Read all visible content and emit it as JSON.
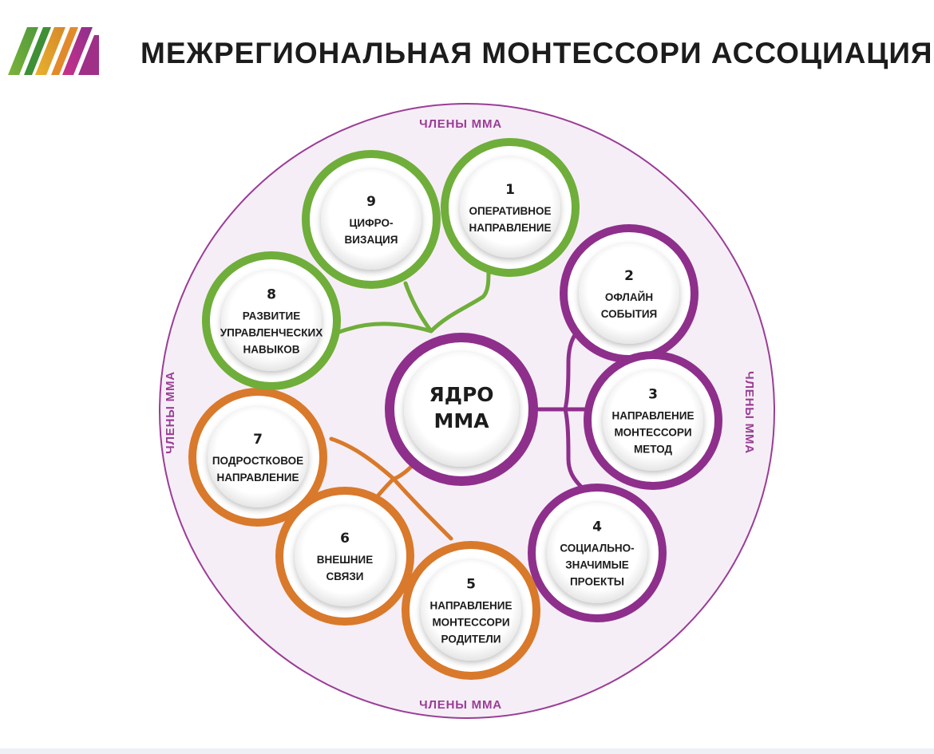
{
  "header": {
    "title": "МЕЖРЕГИОНАЛЬНАЯ  МОНТЕССОРИ  АССОЦИАЦИЯ",
    "logo_icon": "mma-logo"
  },
  "diagram": {
    "members_labels": {
      "top": "ЧЛЕНЫ ММА",
      "bottom": "ЧЛЕНЫ ММА",
      "left": "ЧЛЕНЫ ММА",
      "right": "ЧЛЕНЫ ММА"
    },
    "core": {
      "line1": "ЯДРО",
      "line2": "ММА",
      "color": "#8e2f8c"
    },
    "colors": {
      "green": "#6fae3a",
      "purple": "#8e2f8c",
      "orange": "#d9792b",
      "outer_fill": "#f6eef6",
      "outer_stroke": "#9a3d96"
    },
    "nodes": [
      {
        "number": "1",
        "lines": [
          "ОПЕРАТИВНОЕ",
          "НАПРАВЛЕНИЕ"
        ],
        "group": "green"
      },
      {
        "number": "2",
        "lines": [
          "ОФЛАЙН",
          "СОБЫТИЯ"
        ],
        "group": "purple"
      },
      {
        "number": "3",
        "lines": [
          "НАПРАВЛЕНИЕ",
          "МОНТЕССОРИ",
          "МЕТОД"
        ],
        "group": "purple"
      },
      {
        "number": "4",
        "lines": [
          "СОЦИАЛЬНО-",
          "ЗНАЧИМЫЕ",
          "ПРОЕКТЫ"
        ],
        "group": "purple"
      },
      {
        "number": "5",
        "lines": [
          "НАПРАВЛЕНИЕ",
          "МОНТЕССОРИ",
          "РОДИТЕЛИ"
        ],
        "group": "orange"
      },
      {
        "number": "6",
        "lines": [
          "ВНЕШНИЕ",
          "СВЯЗИ"
        ],
        "group": "orange"
      },
      {
        "number": "7",
        "lines": [
          "ПОДРОСТКОВОЕ",
          "НАПРАВЛЕНИЕ"
        ],
        "group": "orange"
      },
      {
        "number": "8",
        "lines": [
          "РАЗВИТИЕ",
          "УПРАВЛЕНЧЕСКИХ",
          "НАВЫКОВ"
        ],
        "group": "green"
      },
      {
        "number": "9",
        "lines": [
          "ЦИФРО-",
          "ВИЗАЦИЯ"
        ],
        "group": "green"
      }
    ]
  }
}
